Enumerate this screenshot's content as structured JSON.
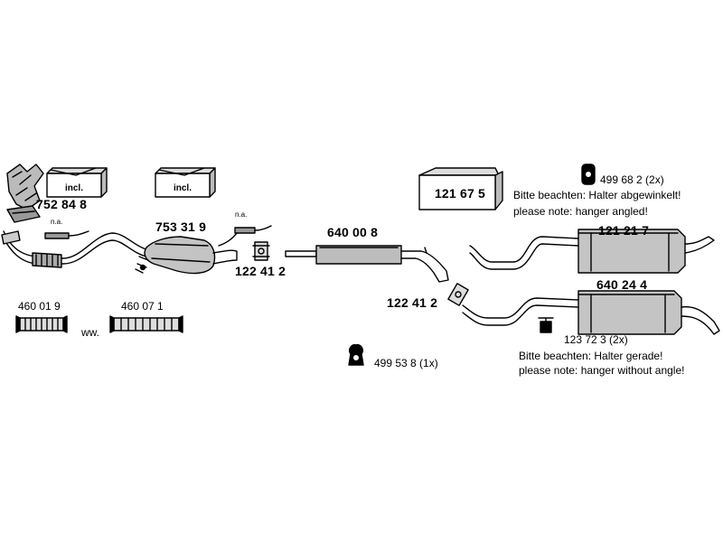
{
  "boxes": {
    "manifold_incl": "incl.",
    "cat_incl": "incl."
  },
  "labels": {
    "manifold_part": "752 84 8",
    "manifold_na": "n.a.",
    "catalyst_part": "753 31 9",
    "catalyst_na": "n.a.",
    "clamp_1": "122 41 2",
    "clamp_2": "122 41 2",
    "middle_silencer": "640 00 8",
    "kit_box": "121 67 5",
    "rear_silencer_angled": "121 21 7",
    "rear_silencer_straight": "640 24 4",
    "hanger_top": "499 68 2 (2x)",
    "hanger_bottom": "123 72 3 (2x)",
    "hanger_middle": "499 53 8 (1x)",
    "flex_1": "460 01 9",
    "flex_2": "460 07 1",
    "flex_ww": "ww."
  },
  "notes": {
    "angled_de": "Bitte beachten: Halter abgewinkelt!",
    "angled_en": "please note: hanger angled!",
    "straight_de": "Bitte beachten: Halter gerade!",
    "straight_en": "please note: hanger without angle!"
  }
}
